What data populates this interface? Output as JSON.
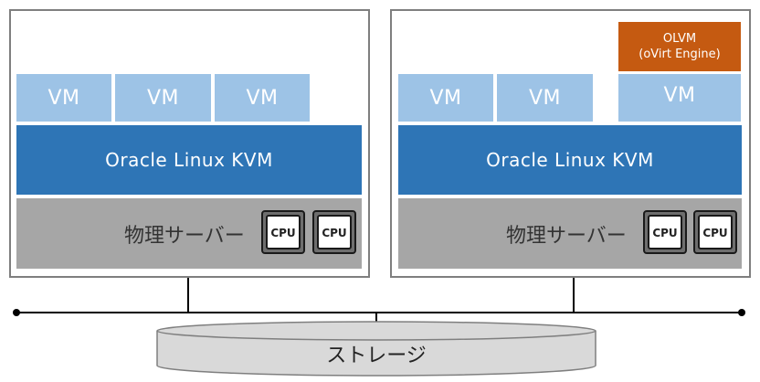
{
  "left_server": {
    "vms": [
      "VM",
      "VM",
      "VM"
    ],
    "hypervisor": "Oracle Linux KVM",
    "physical_label": "物理サーバー",
    "cpus": [
      "CPU",
      "CPU"
    ]
  },
  "right_server": {
    "vms": [
      "VM",
      "VM",
      "VM"
    ],
    "management": {
      "line1": "OLVM",
      "line2": "(oVirt Engine)"
    },
    "hypervisor": "Oracle Linux KVM",
    "physical_label": "物理サーバー",
    "cpus": [
      "CPU",
      "CPU"
    ]
  },
  "storage": {
    "label": "ストレージ"
  },
  "colors": {
    "vm": "#9dc3e6",
    "kvm": "#2e75b6",
    "physical": "#a6a6a6",
    "olvm": "#c55a11",
    "storage": "#d9d9d9"
  }
}
